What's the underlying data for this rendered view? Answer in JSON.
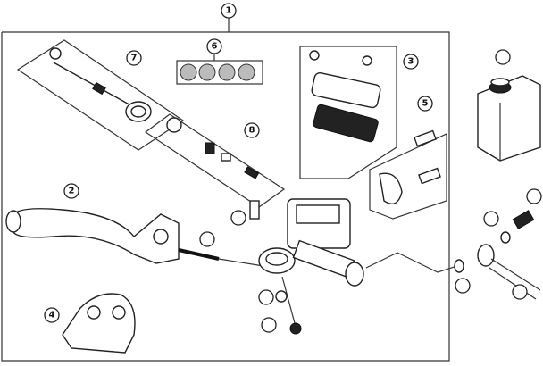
{
  "diagram": {
    "callouts": [
      {
        "id": "assembly",
        "label": "1"
      },
      {
        "id": "lever",
        "label": "2"
      },
      {
        "id": "reservoir-cap-kit",
        "label": "3"
      },
      {
        "id": "protector",
        "label": "4"
      },
      {
        "id": "clamp-kit",
        "label": "5"
      },
      {
        "id": "orings",
        "label": "6"
      },
      {
        "id": "push-rod-kit",
        "label": "7"
      },
      {
        "id": "piston-kit",
        "label": "8"
      },
      {
        "id": "fluid-can",
        "label": ""
      },
      {
        "id": "screw",
        "label": ""
      },
      {
        "id": "pivot-bolt",
        "label": ""
      },
      {
        "id": "nut-lower",
        "label": ""
      },
      {
        "id": "washer-lower",
        "label": ""
      },
      {
        "id": "banjo-bolt",
        "label": ""
      },
      {
        "id": "washer-a",
        "label": ""
      },
      {
        "id": "washer-b",
        "label": ""
      },
      {
        "id": "hose",
        "label": ""
      }
    ]
  }
}
